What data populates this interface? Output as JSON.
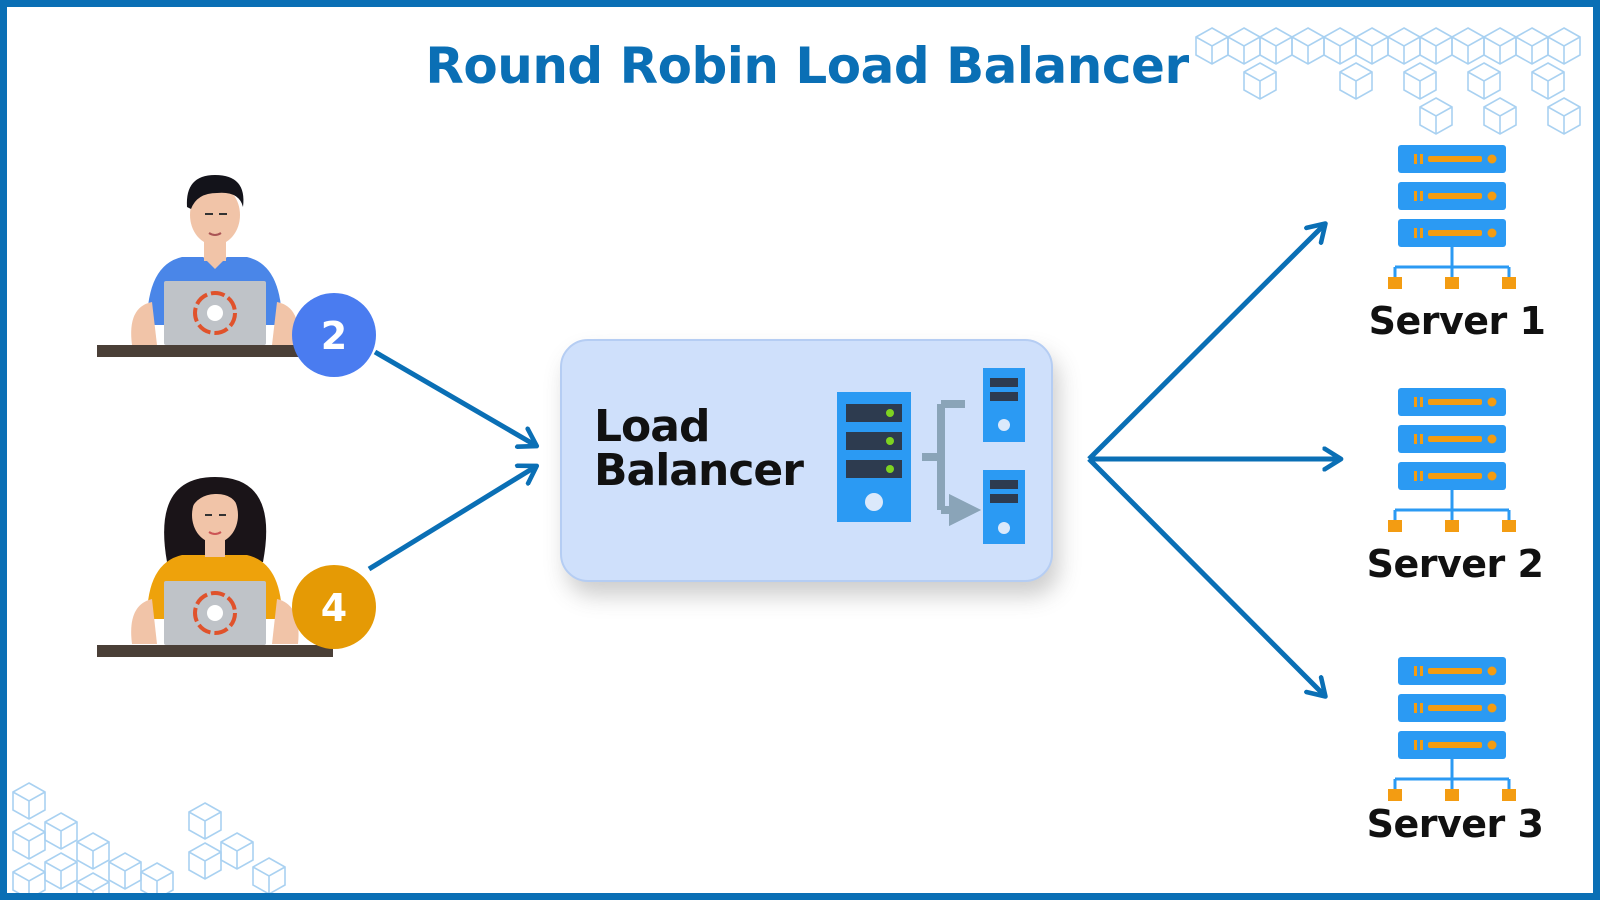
{
  "title": "Round Robin Load Balancer",
  "load_balancer": {
    "label_line1": "Load",
    "label_line2": "Balancer"
  },
  "clients": [
    {
      "badge": "2",
      "badge_color": "#4a7cf0",
      "shirt_color": "#4a86e8"
    },
    {
      "badge": "4",
      "badge_color": "#e59a05",
      "shirt_color": "#eea20b"
    }
  ],
  "servers": [
    {
      "label": "Server 1"
    },
    {
      "label": "Server 2"
    },
    {
      "label": "Server 3"
    }
  ],
  "colors": {
    "accent": "#0a6fb5",
    "server_blue": "#2b9af3",
    "server_orange": "#f39c12",
    "lb_box": "#cfe0fb",
    "pattern": "#a9d1f1"
  },
  "icons": [
    "cube-pattern",
    "user-laptop-icon",
    "server-rack-icon",
    "routing-arrow-icon"
  ]
}
